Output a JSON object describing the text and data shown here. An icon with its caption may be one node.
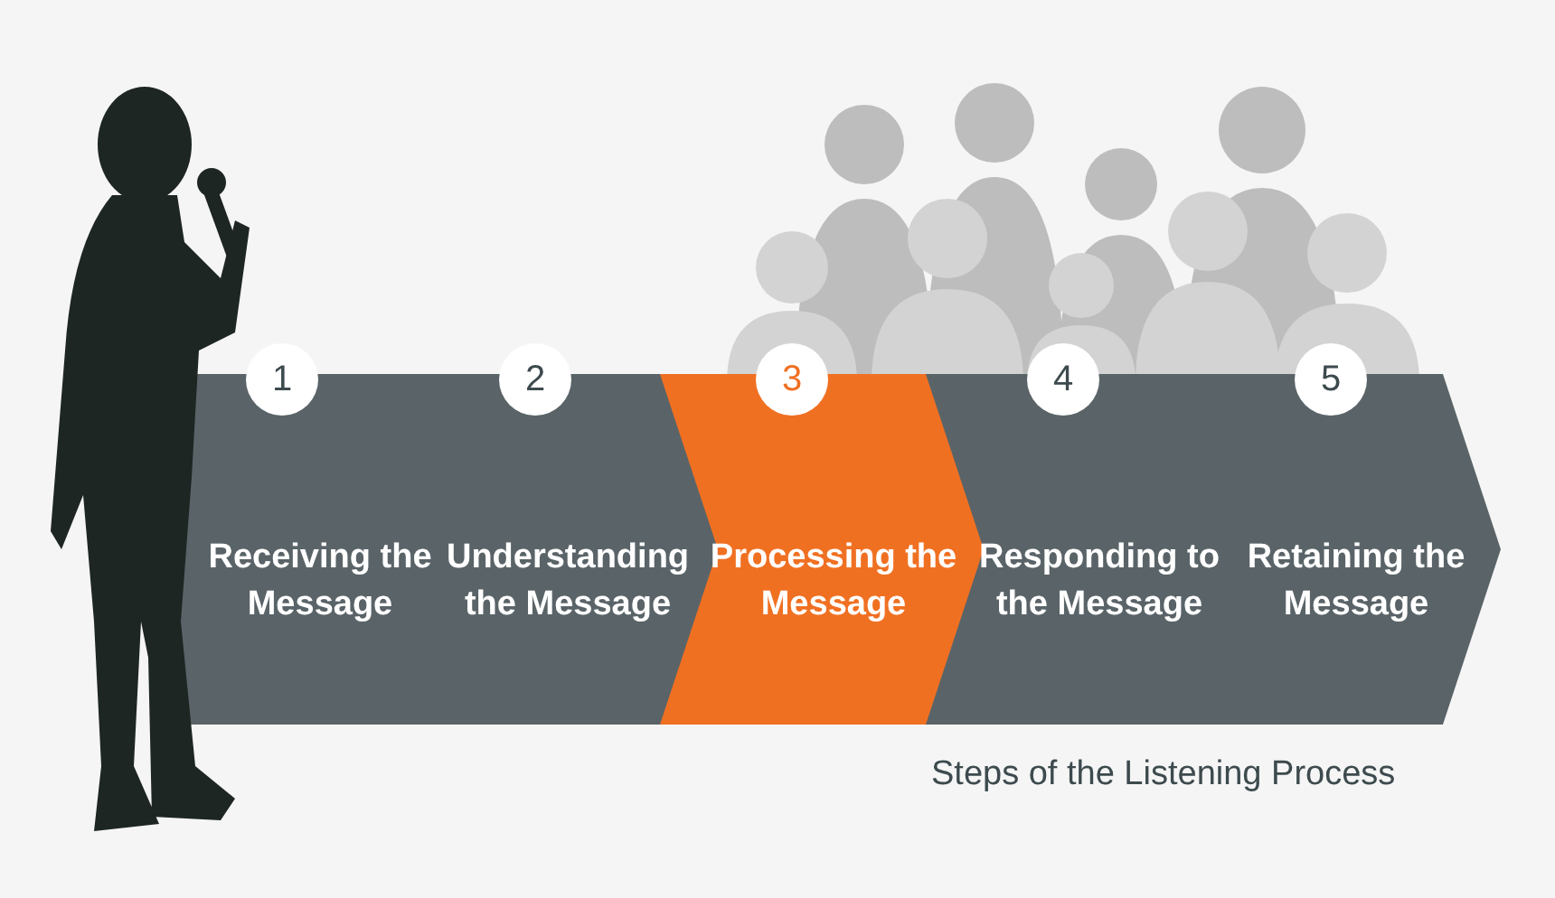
{
  "diagram": {
    "caption": "Steps of the Listening Process",
    "nodes": [
      {
        "text": [
          "1"
        ]
      },
      {
        "text": [
          "Receiving the Message"
        ]
      },
      {
        "text": [
          "2"
        ]
      },
      {
        "text": [
          "Understanding the Message"
        ]
      },
      {
        "text": [
          "3"
        ]
      },
      {
        "text": [
          "Processing the Message"
        ]
      },
      {
        "text": [
          "4"
        ]
      },
      {
        "text": [
          "Responding to the Message"
        ]
      },
      {
        "text": [
          "5"
        ]
      },
      {
        "text": [
          "Retaining the Message"
        ]
      }
    ]
  }
}
